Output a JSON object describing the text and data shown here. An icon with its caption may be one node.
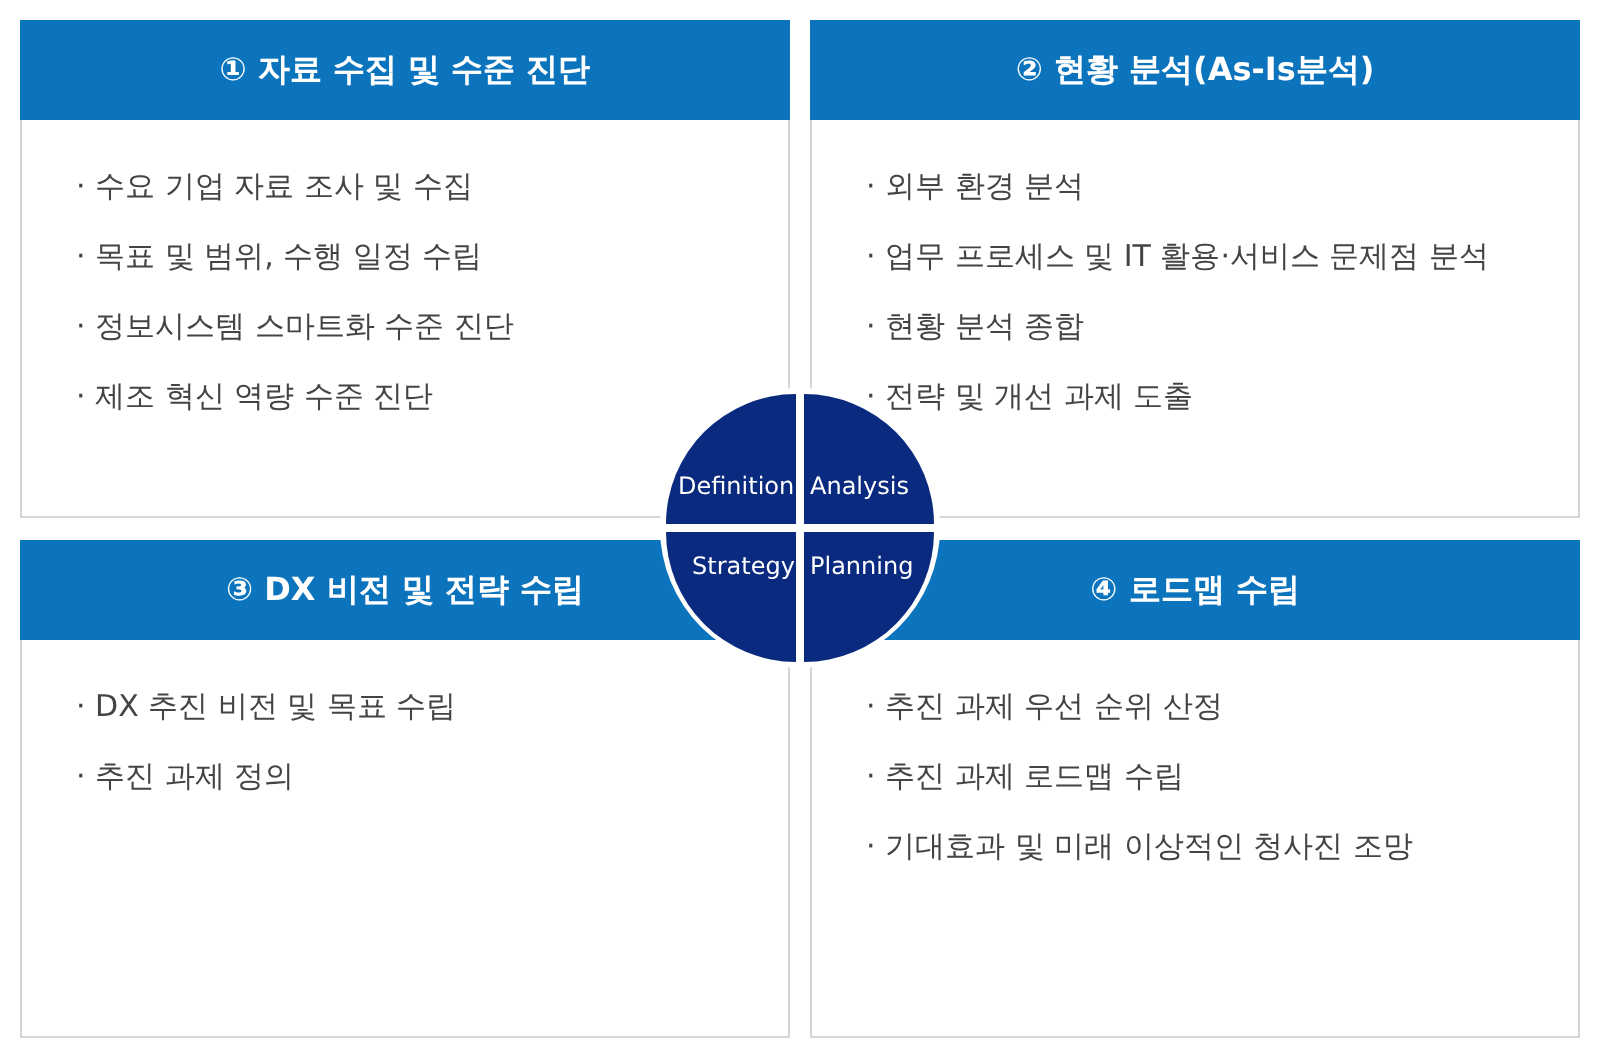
{
  "diagram": {
    "nodes": [
      {
        "text": [
          "① 자료 수집 및 수준 진단",
          "· 수요 기업 자료 조사 및 수집",
          "· 목표 및 범위, 수행 일정 수립",
          "· 정보시스템 스마트화 수준 진단",
          "· 제조 혁신 역량 수준 진단"
        ]
      },
      {
        "text": [
          "② 현황 분석(As-Is분석)",
          "· 외부 환경 분석",
          "· 업무 프로세스 및  IT 활용·서비스 문제점 분석",
          "· 현황 분석 종합",
          "· 전략 및 개선 과제 도출"
        ]
      },
      {
        "text": [
          "③ DX 비전 및 전략 수립",
          "· DX 추진 비전 및 목표 수립",
          "· 추진 과제 정의"
        ]
      },
      {
        "text": [
          "④ 로드맵 수립",
          "· 추진 과제 우선 순위 산정",
          "· 추진 과제 로드맵 수립",
          "· 기대효과 및 미래 이상적인 청사진 조망"
        ]
      },
      {
        "text": [
          "Definition"
        ]
      },
      {
        "text": [
          "Analysis"
        ]
      },
      {
        "text": [
          "Strategy"
        ]
      },
      {
        "text": [
          "Planning"
        ]
      }
    ]
  }
}
